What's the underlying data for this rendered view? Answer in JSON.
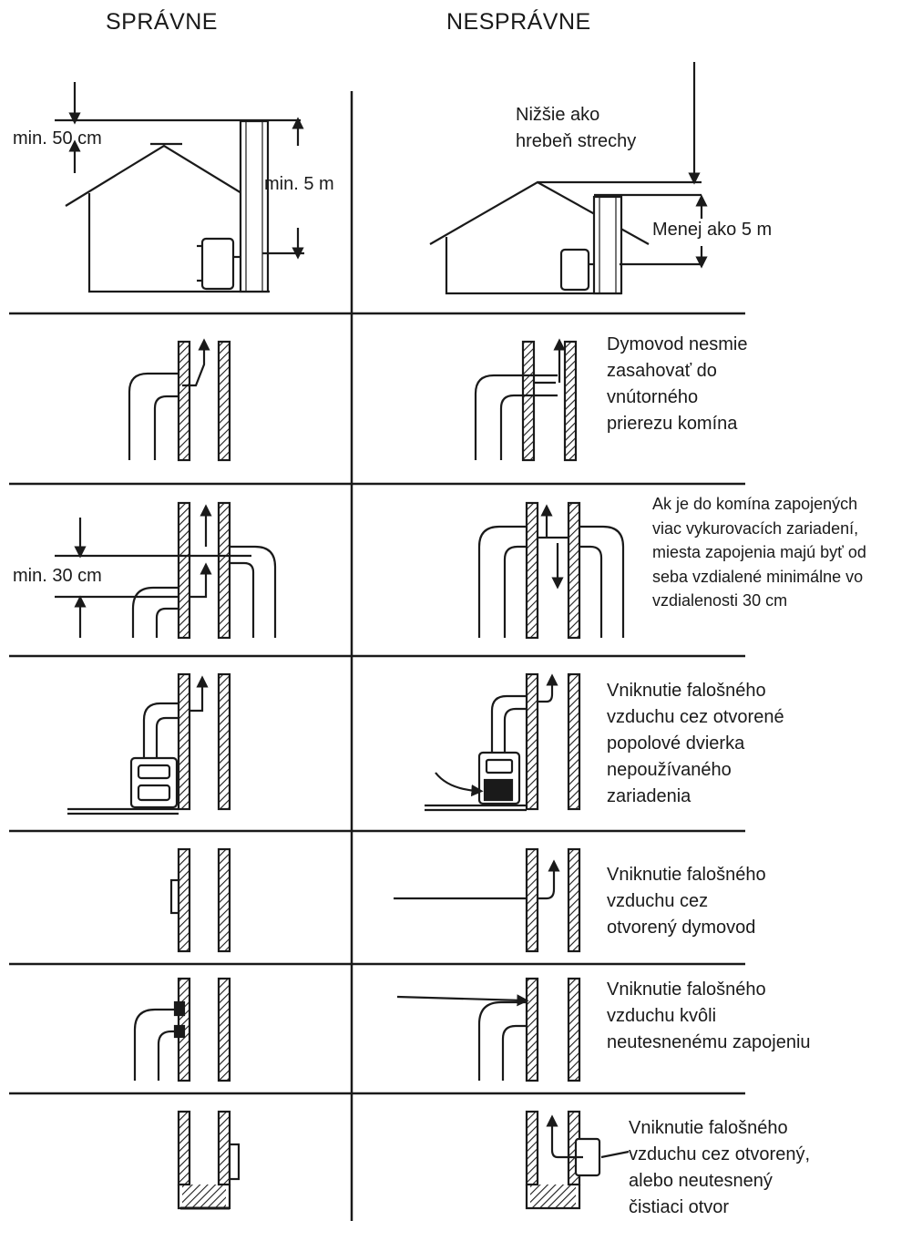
{
  "headers": {
    "correct": "SPRÁVNE",
    "incorrect": "NESPRÁVNE"
  },
  "row1": {
    "correct_label_top": "min. 50 cm",
    "correct_label_side": "min. 5 m",
    "incorrect_label_top": [
      "Nižšie ako",
      "hrebeň strechy"
    ],
    "incorrect_label_side": "Menej ako 5 m"
  },
  "row2": {
    "description": [
      "Dymovod nesmie",
      "zasahovať do",
      "vnútorného",
      "prierezu komína"
    ]
  },
  "row3": {
    "correct_label": "min. 30 cm",
    "description": [
      "Ak je do komína zapojených",
      "viac vykurovacích zariadení,",
      "miesta zapojenia majú byť od",
      "seba vzdialené minimálne vo",
      "vzdialenosti 30 cm"
    ]
  },
  "row4": {
    "description": [
      "Vniknutie falošného",
      "vzduchu cez otvorené",
      "popolové dvierka",
      "nepoužívaného",
      "zariadenia"
    ]
  },
  "row5": {
    "description": [
      "Vniknutie falošného",
      "vzduchu cez",
      "otvorený dymovod"
    ]
  },
  "row6": {
    "description": [
      "Vniknutie falošného",
      "vzduchu kvôli",
      "neutesnenému zapojeniu"
    ]
  },
  "row7": {
    "description": [
      "Vniknutie falošného",
      "vzduchu cez otvorený,",
      "alebo neutesnený",
      "čistiaci otvor"
    ]
  }
}
